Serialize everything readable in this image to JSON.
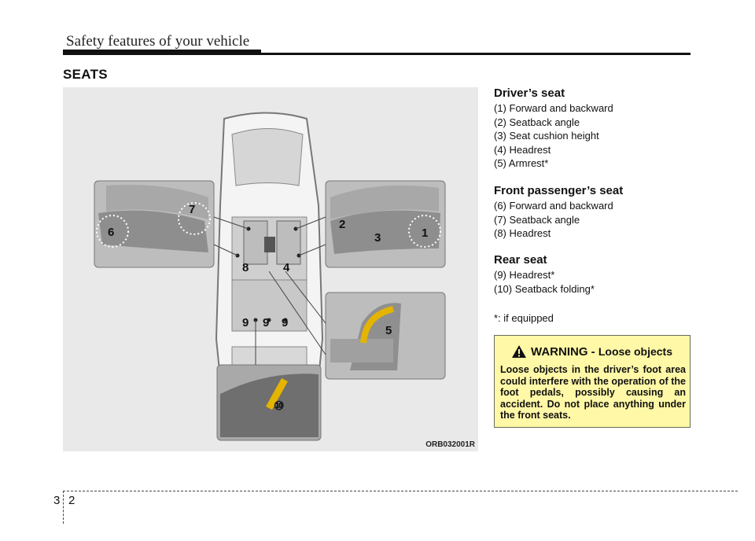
{
  "header": {
    "title": "Safety features of your vehicle"
  },
  "section_title": "SEATS",
  "figure": {
    "code": "ORB032001R",
    "callouts": {
      "c1": "1",
      "c2": "2",
      "c3": "3",
      "c4": "4",
      "c5": "5",
      "c6": "6",
      "c7": "7",
      "c8": "8",
      "c9a": "9",
      "c9b": "9",
      "c9c": "9",
      "c10": "⑩"
    }
  },
  "drivers_seat": {
    "heading": "Driver’s seat",
    "items": [
      "(1) Forward and backward",
      "(2) Seatback angle",
      "(3) Seat cushion height",
      "(4) Headrest",
      "(5) Armrest*"
    ]
  },
  "passenger_seat": {
    "heading": "Front passenger’s seat",
    "items": [
      "(6) Forward and backward",
      "(7) Seatback angle",
      "(8) Headrest"
    ]
  },
  "rear_seat": {
    "heading": "Rear seat",
    "items": [
      "(9) Headrest*",
      "(10) Seatback folding*"
    ]
  },
  "footnote": "*: if equipped",
  "warning": {
    "label": "WARNING",
    "dash": " - ",
    "subject": "Loose objects",
    "body": "Loose objects in the driver’s foot area could interfere with the operation of the foot pedals, possibly causing an accident. Do not place anything under the front seats."
  },
  "page": {
    "chapter": "3",
    "number": "2"
  },
  "colors": {
    "warning_bg": "#fff8a6",
    "figure_bg": "#e9e9e9"
  }
}
